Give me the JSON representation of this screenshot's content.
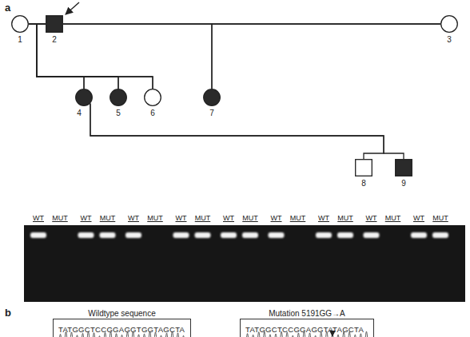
{
  "diagram": {
    "nodes": [
      {
        "text": [
          "1"
        ]
      },
      {
        "text": [
          "2"
        ]
      },
      {
        "text": [
          "3"
        ]
      },
      {
        "text": [
          "4"
        ]
      },
      {
        "text": [
          "5"
        ]
      },
      {
        "text": [
          "6"
        ]
      },
      {
        "text": [
          "7"
        ]
      },
      {
        "text": [
          "8"
        ]
      },
      {
        "text": [
          "9"
        ]
      },
      {
        "text": [
          "Wildtype sequence",
          "TATGGCTCCGGAGGTGGTAGCTA"
        ]
      },
      {
        "text": [
          "Mutation 5191GG→A",
          "TATGGCTCCGGAGGTATAGCTA"
        ]
      }
    ],
    "edges": [
      {
        "from": 0,
        "to": 1,
        "arrow": "none"
      },
      {
        "from": 1,
        "to": 2,
        "arrow": "none"
      },
      {
        "from": 0,
        "to": 3,
        "arrow": "none"
      },
      {
        "from": 1,
        "to": 3,
        "arrow": "none"
      },
      {
        "from": 0,
        "to": 4,
        "arrow": "none"
      },
      {
        "from": 1,
        "to": 4,
        "arrow": "none"
      },
      {
        "from": 0,
        "to": 5,
        "arrow": "none"
      },
      {
        "from": 1,
        "to": 5,
        "arrow": "none"
      },
      {
        "from": 1,
        "to": 6,
        "arrow": "none"
      },
      {
        "from": 2,
        "to": 6,
        "arrow": "none"
      },
      {
        "from": 3,
        "to": 7,
        "arrow": "none"
      },
      {
        "from": 3,
        "to": 8,
        "arrow": "none"
      }
    ],
    "labels": [
      "a",
      "WT",
      "MUT",
      "WT",
      "MUT",
      "WT",
      "MUT",
      "WT",
      "MUT",
      "WT",
      "MUT",
      "WT",
      "MUT",
      "WT",
      "MUT",
      "WT",
      "MUT",
      "WT",
      "MUT",
      "b"
    ]
  }
}
